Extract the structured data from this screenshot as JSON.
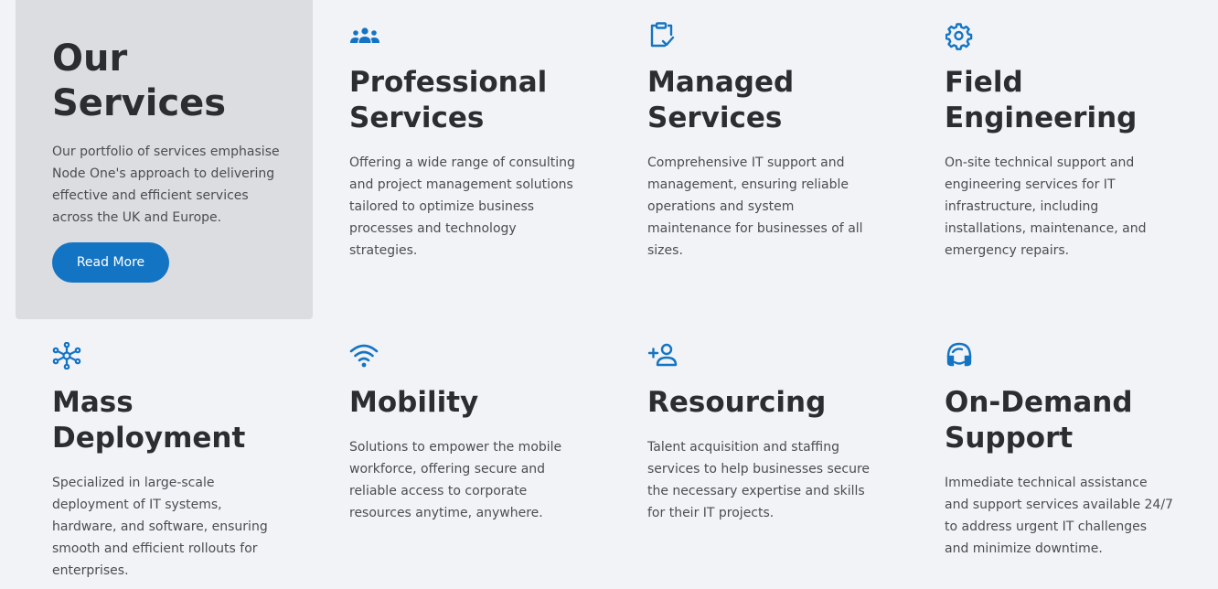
{
  "intro": {
    "title": "Our Services",
    "text": "Our portfolio of services emphasise Node One's approach to delivering effective and efficient services across the UK and Europe.",
    "button_label": "Read More"
  },
  "services": [
    {
      "title": "Professional Services",
      "icon": "team-icon",
      "text": "Offering a wide range of consulting and project management solutions tailored to optimize business processes and technology strategies."
    },
    {
      "title": "Managed Services",
      "icon": "clipboard-check-icon",
      "text": "Comprehensive IT support and management, ensuring reliable operations and system maintenance for businesses of all sizes."
    },
    {
      "title": "Field Engineering",
      "icon": "gear-icon",
      "text": "On-site technical support and engineering services for IT infrastructure, including installations, maintenance, and emergency repairs."
    },
    {
      "title": "Mass Deployment",
      "icon": "network-icon",
      "text": "Specialized in large-scale deployment of IT systems, hardware, and software, ensuring smooth and efficient rollouts for enterprises."
    },
    {
      "title": "Mobility",
      "icon": "wifi-icon",
      "text": "Solutions to empower the mobile workforce, offering secure and reliable access to corporate resources anytime, anywhere."
    },
    {
      "title": "Resourcing",
      "icon": "add-user-icon",
      "text": "Talent acquisition and staffing services to help businesses secure the necessary expertise and skills for their IT projects."
    },
    {
      "title": "On-Demand Support",
      "icon": "headset-icon",
      "text": "Immediate technical assistance and support services available 24/7 to address urgent IT challenges and minimize downtime."
    }
  ],
  "colors": {
    "accent": "#1474c4",
    "card": "#dcdde0",
    "background": "#f1f3f6"
  }
}
